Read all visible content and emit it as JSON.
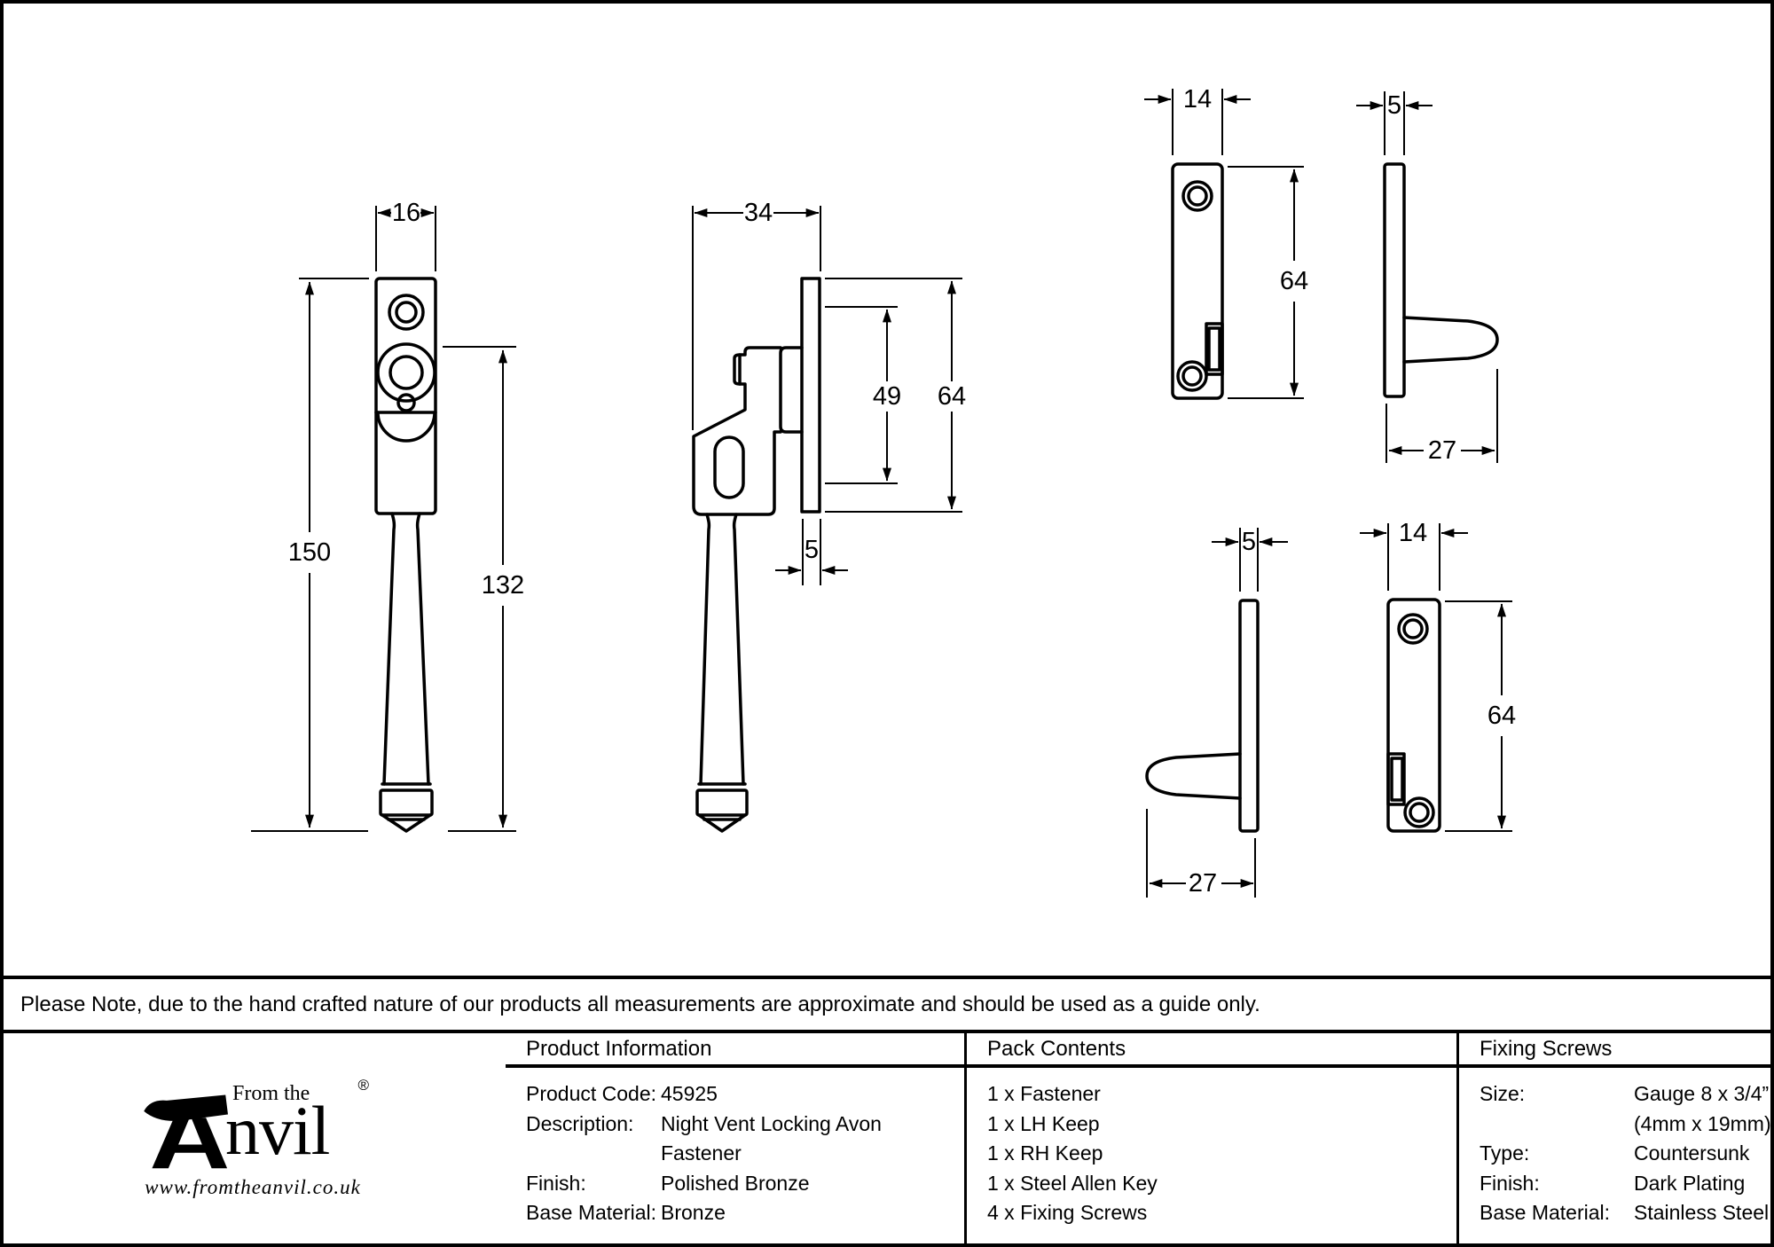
{
  "note": "Please Note, due to the hand crafted nature of our products all measurements are approximate and should be used as a guide only.",
  "dimensions": {
    "fastener_front": {
      "width": "16",
      "overall_length": "150",
      "handle_length": "132"
    },
    "fastener_side": {
      "depth": "34",
      "plate_height": "64",
      "keep_span": "49",
      "plate_thickness": "5"
    },
    "keep": {
      "width": "14",
      "height": "64",
      "plate_thickness": "5",
      "depth": "27"
    }
  },
  "table": {
    "product_information": {
      "header": "Product Information",
      "rows": [
        {
          "label": "Product Code:",
          "value": "45925"
        },
        {
          "label": "Description:",
          "value": "Night Vent Locking Avon Fastener"
        },
        {
          "label": "Finish:",
          "value": "Polished Bronze"
        },
        {
          "label": "Base Material:",
          "value": "Bronze"
        }
      ]
    },
    "pack_contents": {
      "header": "Pack Contents",
      "items": [
        "1 x Fastener",
        "1 x LH Keep",
        "1 x RH Keep",
        "1 x Steel Allen Key",
        "4 x Fixing Screws"
      ]
    },
    "fixing_screws": {
      "header": "Fixing Screws",
      "rows": [
        {
          "label": "Size:",
          "value": "Gauge 8 x 3/4” (4mm x 19mm)"
        },
        {
          "label": "Type:",
          "value": "Countersunk"
        },
        {
          "label": "Finish:",
          "value": "Dark Plating"
        },
        {
          "label": "Base Material:",
          "value": "Stainless Steel"
        }
      ]
    }
  },
  "logo": {
    "tagline": "From the",
    "brand": "nvil",
    "registered": "®",
    "url": "www.fromtheanvil.co.uk"
  },
  "colors": {
    "line": "#000000",
    "background": "#ffffff"
  }
}
